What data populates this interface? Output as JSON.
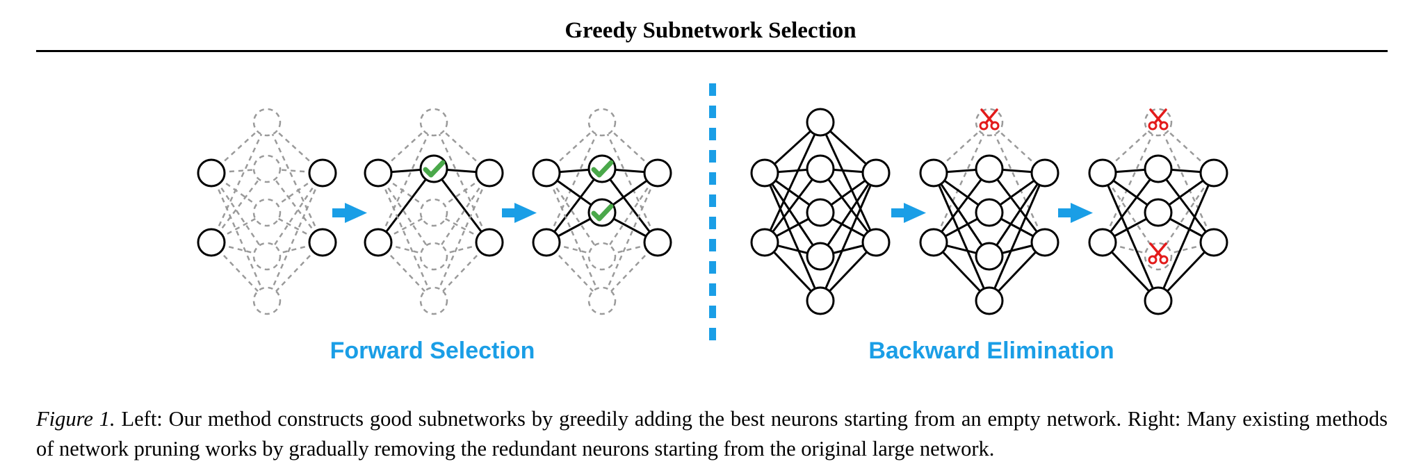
{
  "header": {
    "title": "Greedy Subnetwork Selection"
  },
  "figure": {
    "left_panel_label": "Forward Selection",
    "right_panel_label": "Backward Elimination",
    "colors": {
      "arrow": "#1a9ee6",
      "divider": "#1a9ee6",
      "check": "#4aa84a",
      "scissors": "#e31b1b",
      "dashed_edge": "#9a9a9a",
      "solid_edge": "#000000"
    },
    "icons": [
      "check-icon",
      "scissors-icon",
      "right-arrow-icon"
    ]
  },
  "caption": {
    "label": "Figure 1.",
    "text": " Left: Our method constructs good subnetworks by greedily adding the best neurons starting from an empty network. Right: Many existing methods of network pruning works by gradually removing the redundant neurons starting from the original large network."
  }
}
